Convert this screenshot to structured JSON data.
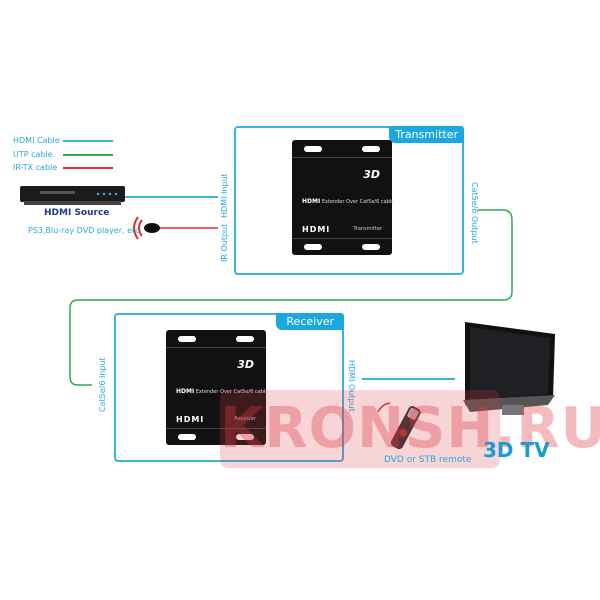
{
  "legend": [
    {
      "label": "HDMI Cable",
      "color": "#3bb3df"
    },
    {
      "label": "UTP cable",
      "color": "#2eaa4a"
    },
    {
      "label": "IR-TX cable",
      "color": "#d93030"
    }
  ],
  "source": {
    "title": "HDMI Source",
    "subtitle": "PS3,Blu-ray DVD player, etc."
  },
  "transmitter": {
    "tab": "Transmitter",
    "hdmi_input": "HDMI Input",
    "ir_output": "IR Output",
    "cat_output": "Cat5e/6 Output",
    "device": {
      "badge": "3D",
      "brand": "HDMI",
      "desc": "Extender Over Cat5e/6 cable",
      "logo": "HDMI",
      "name": "Transmitter"
    }
  },
  "receiver": {
    "tab": "Receiver",
    "cat_input": "Cat5e/6 Input",
    "hdmi_output": "HDMI Output",
    "device": {
      "badge": "3D",
      "brand": "HDMI",
      "desc": "Extender Over Cat5e/6 cable",
      "logo": "HDMI",
      "name": "Receiver"
    }
  },
  "tv": {
    "label": "3D TV"
  },
  "remote": {
    "label": "DVD or STB remote"
  },
  "watermark": "KRONSH.RU"
}
